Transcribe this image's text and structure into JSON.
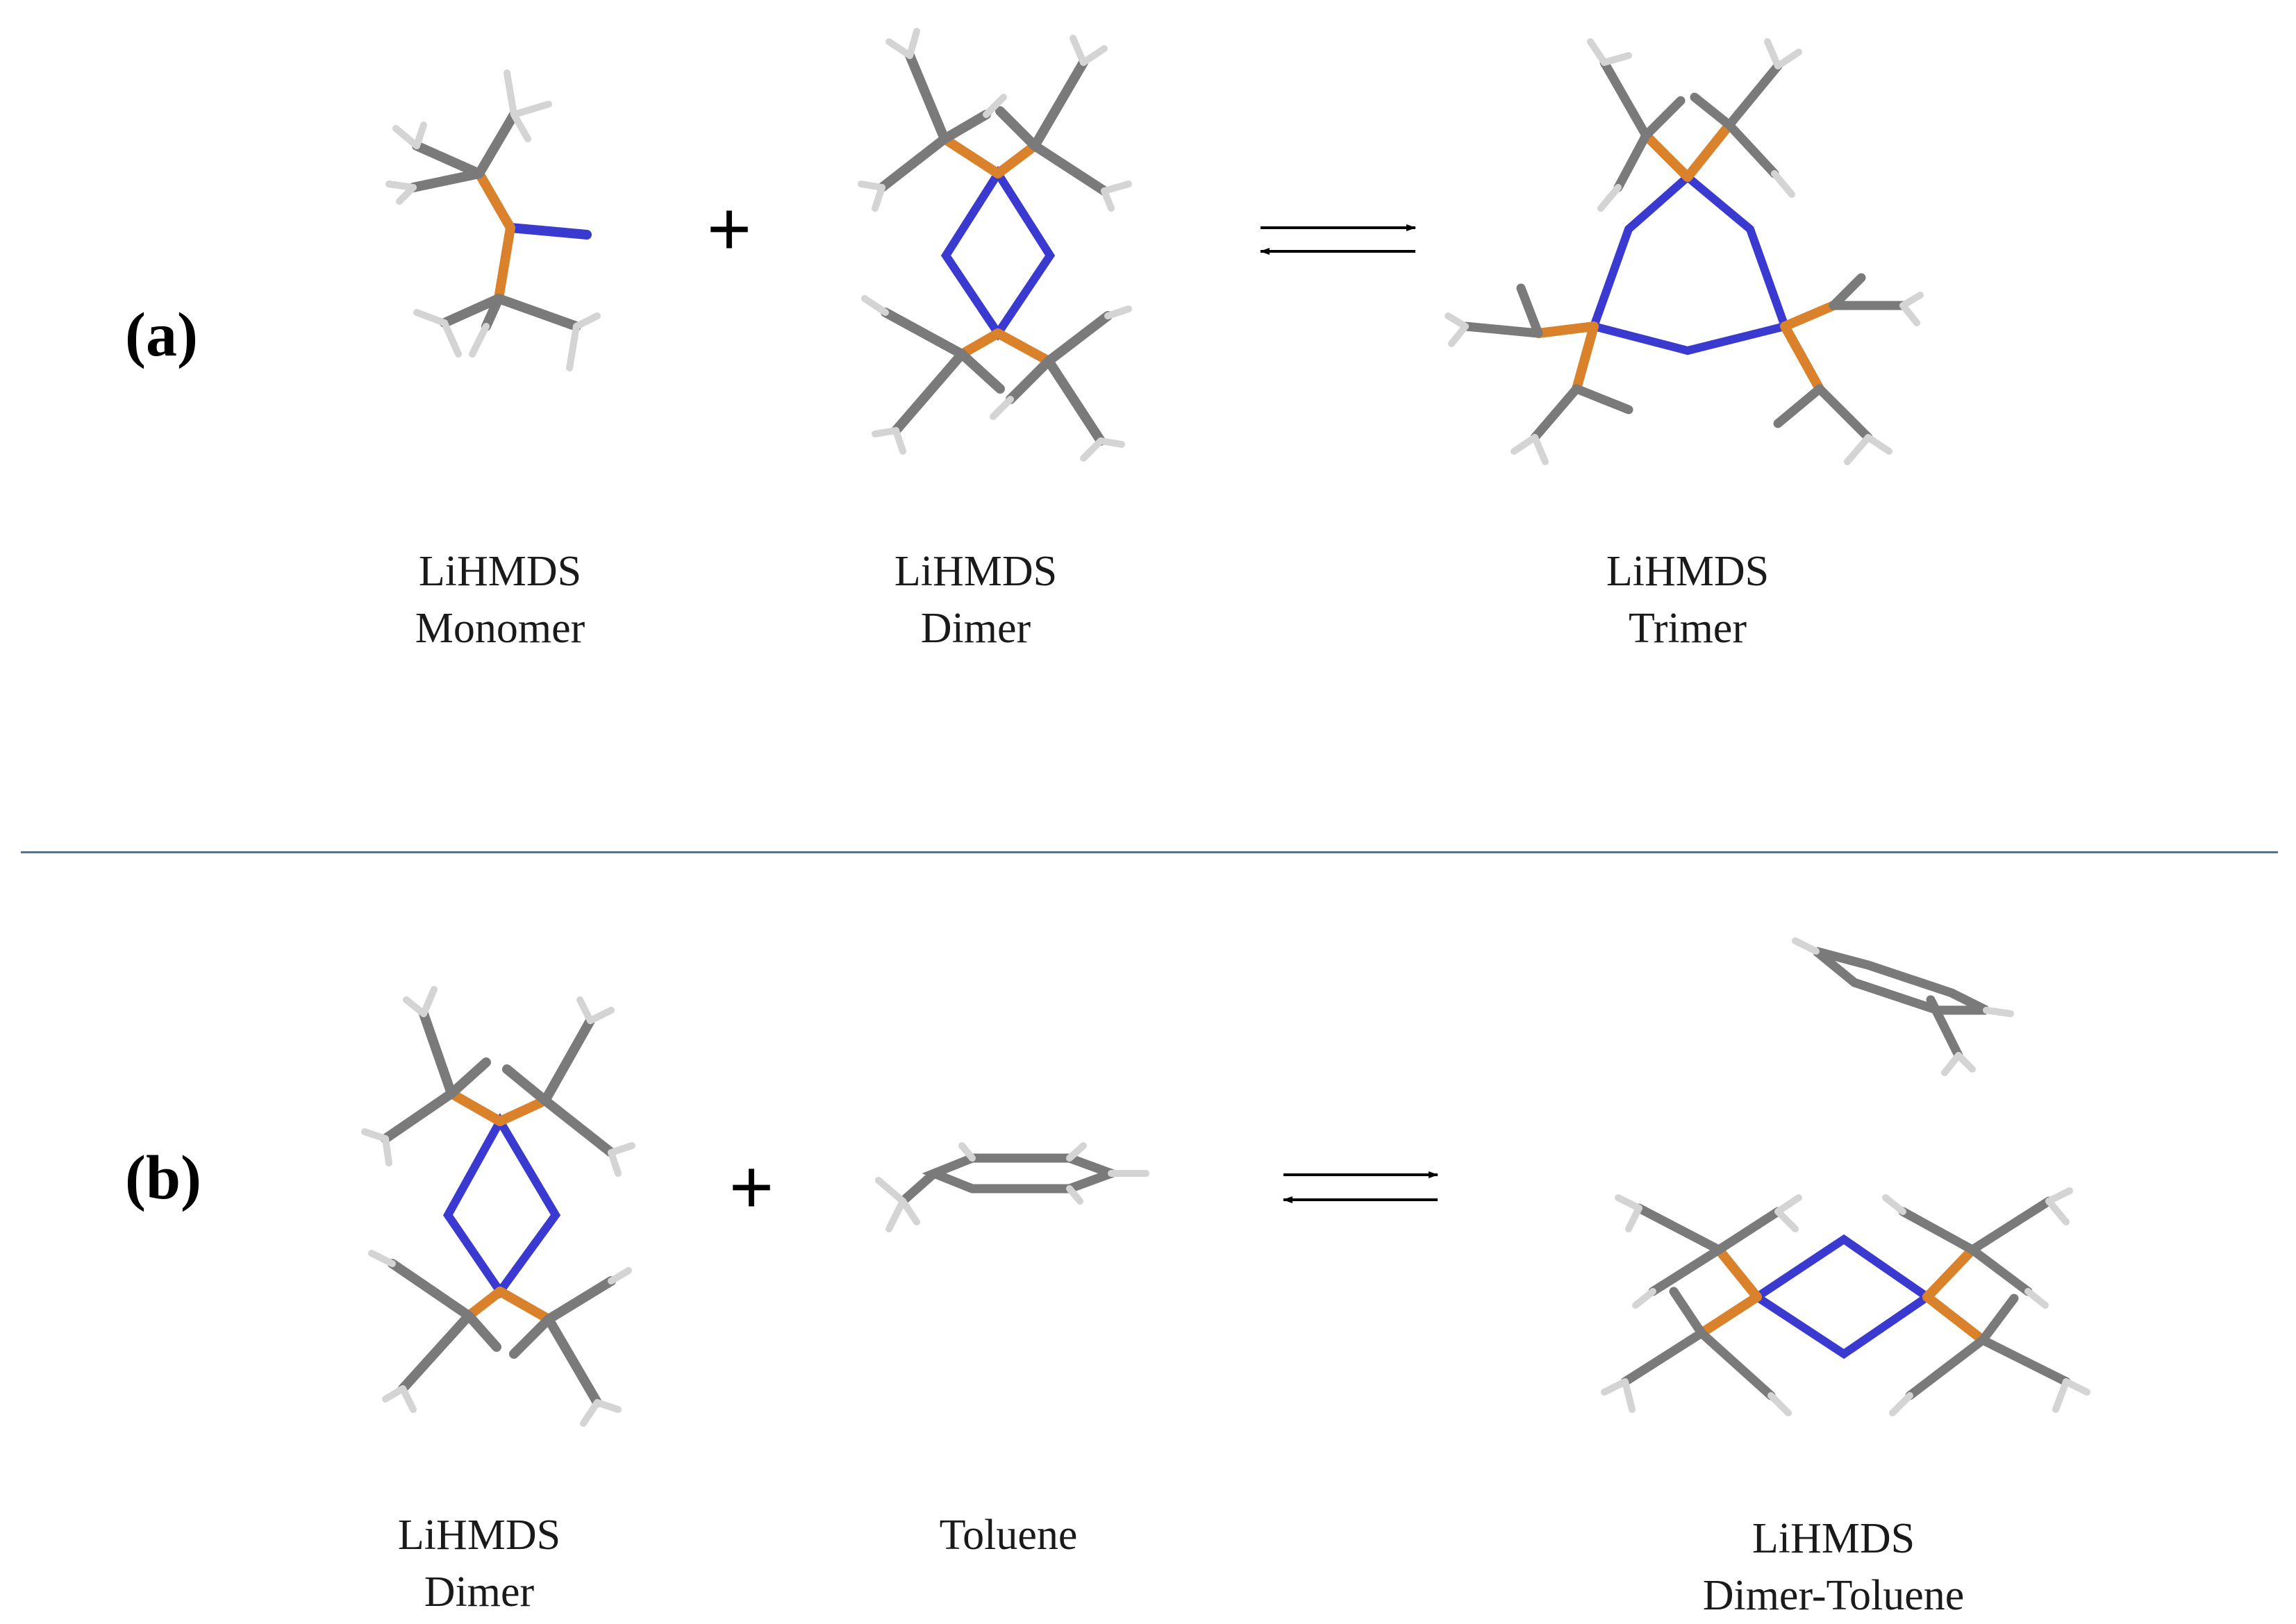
{
  "panels": [
    {
      "label": "(a)",
      "reaction": {
        "operator": "+",
        "species": [
          {
            "line1": "LiHMDS",
            "line2": "Monomer"
          },
          {
            "line1": "LiHMDS",
            "line2": "Dimer"
          },
          {
            "line1": "LiHMDS",
            "line2": "Trimer"
          }
        ]
      }
    },
    {
      "label": "(b)",
      "reaction": {
        "operator": "+",
        "species": [
          {
            "line1": "LiHMDS",
            "line2": "Dimer"
          },
          {
            "line1": "Toluene",
            "line2": ""
          },
          {
            "line1": "LiHMDS",
            "line2": "Dimer-Toluene"
          }
        ]
      }
    }
  ],
  "colors": {
    "silicon": "#d9822b",
    "nitrogen_lithium": "#3a3ad0",
    "carbon": "#7a7a7a",
    "hydrogen": "#e6e6e6",
    "divider": "#5a6f88"
  }
}
